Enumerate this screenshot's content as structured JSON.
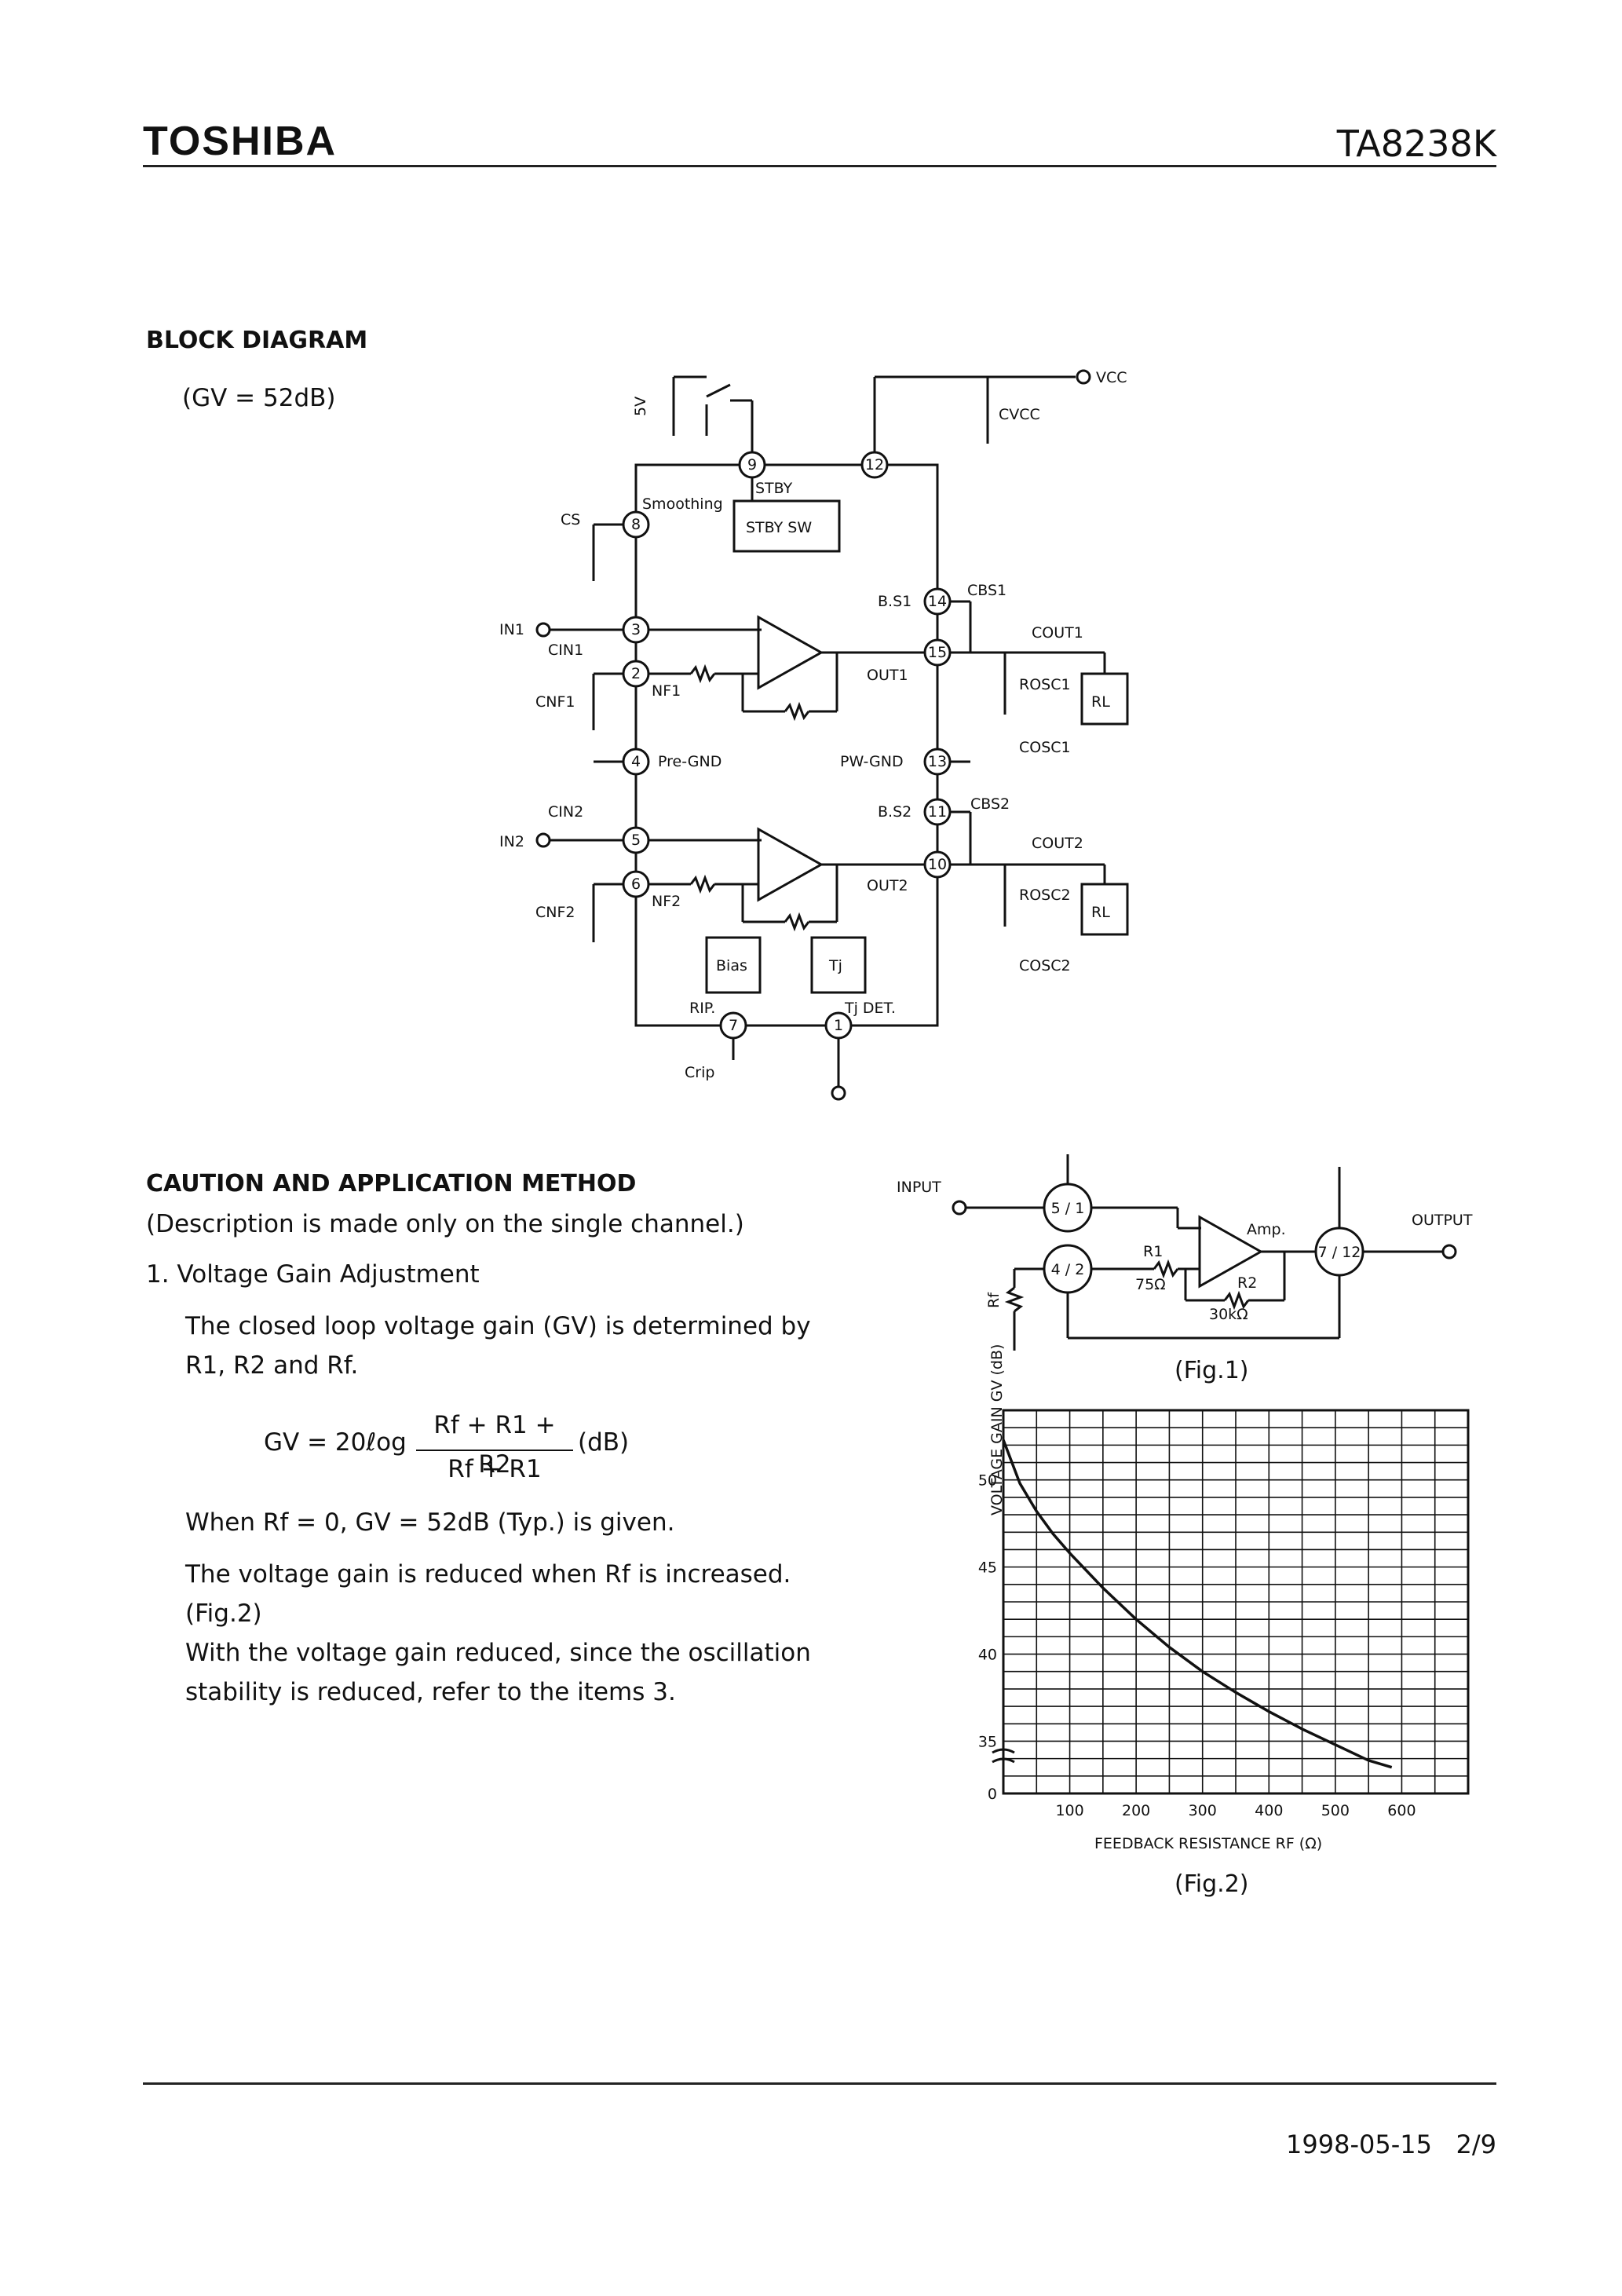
{
  "header": {
    "brand": "TOSHIBA",
    "part_number": "TA8238K"
  },
  "block_diagram": {
    "title": "BLOCK DIAGRAM",
    "gain_note": "(GV = 52dB)",
    "labels": {
      "v5": "5V",
      "vcc": "VCC",
      "cvcc": "CVCC",
      "stby": "STBY",
      "smoothing": "Smoothing",
      "stby_sw": "STBY SW",
      "cs": "CS",
      "in1": "IN1",
      "cin1": "CIN1",
      "cnf1": "CNF1",
      "nf1": "NF1",
      "bs1": "B.S1",
      "cbs1": "CBS1",
      "cout1": "COUT1",
      "out1": "OUT1",
      "rosc1": "ROSC1",
      "cosc1": "COSC1",
      "rl": "RL",
      "pre_gnd": "Pre-GND",
      "pw_gnd": "PW-GND",
      "cin2": "CIN2",
      "in2": "IN2",
      "cnf2": "CNF2",
      "nf2": "NF2",
      "bs2": "B.S2",
      "cbs2": "CBS2",
      "cout2": "COUT2",
      "out2": "OUT2",
      "rosc2": "ROSC2",
      "cosc2": "COSC2",
      "bias": "Bias",
      "tj": "Tj",
      "rip": "RIP.",
      "tj_det": "Tj DET.",
      "crip": "Crip"
    },
    "pins": [
      "9",
      "12",
      "8",
      "14",
      "3",
      "15",
      "2",
      "4",
      "13",
      "11",
      "5",
      "10",
      "6",
      "7",
      "1"
    ]
  },
  "caution": {
    "title": "CAUTION AND APPLICATION METHOD",
    "subtitle": "(Description is made only on the single channel.)",
    "item1_title": "1.  Voltage Gain Adjustment",
    "p1": "The closed loop voltage gain (GV) is determined by R1, R2 and Rf.",
    "formula_lhs": "GV = 20ℓog",
    "formula_num": "Rf + R1 + R2",
    "formula_den": "Rf + R1",
    "formula_unit": "(dB)",
    "p2": "When Rf = 0, GV = 52dB (Typ.) is given.",
    "p3": "The voltage gain is reduced when Rf is increased. (Fig.2)",
    "p4": "With the voltage gain reduced, since the oscillation stability is reduced, refer to the items 3."
  },
  "fig1": {
    "caption": "(Fig.1)",
    "input": "INPUT",
    "output": "OUTPUT",
    "pin_a": "5 / 1",
    "pin_b": "4 / 2",
    "pin_c": "7 / 12",
    "amp": "Amp.",
    "r1": "R1",
    "r1_val": "75Ω",
    "r2": "R2",
    "r2_val": "30kΩ",
    "rf": "Rf"
  },
  "fig2": {
    "caption": "(Fig.2)",
    "ylabel": "VOLTAGE GAIN   GV   (dB)",
    "xlabel": "FEEDBACK RESISTANCE   RF   (Ω)",
    "x_ticks": [
      "100",
      "200",
      "300",
      "400",
      "500",
      "600"
    ],
    "y_ticks": [
      "50",
      "45",
      "40",
      "35",
      "0"
    ]
  },
  "chart_data": {
    "type": "line",
    "x": [
      0,
      25,
      50,
      75,
      100,
      150,
      200,
      250,
      300,
      350,
      400,
      450,
      500,
      550,
      585
    ],
    "series": [
      {
        "values": [
          52.3,
          49.8,
          48.2,
          46.9,
          45.8,
          43.8,
          42.0,
          40.4,
          39.0,
          37.8,
          36.7,
          35.7,
          34.8,
          33.9,
          33.5
        ]
      }
    ],
    "xlabel": "FEEDBACK RESISTANCE   RF   (Ω)",
    "ylabel": "VOLTAGE GAIN   GV   (dB)",
    "xlim": [
      0,
      700
    ],
    "ylim": [
      32,
      54
    ],
    "grid": true
  },
  "footer": {
    "date": "1998-05-15",
    "page": "2/9"
  }
}
